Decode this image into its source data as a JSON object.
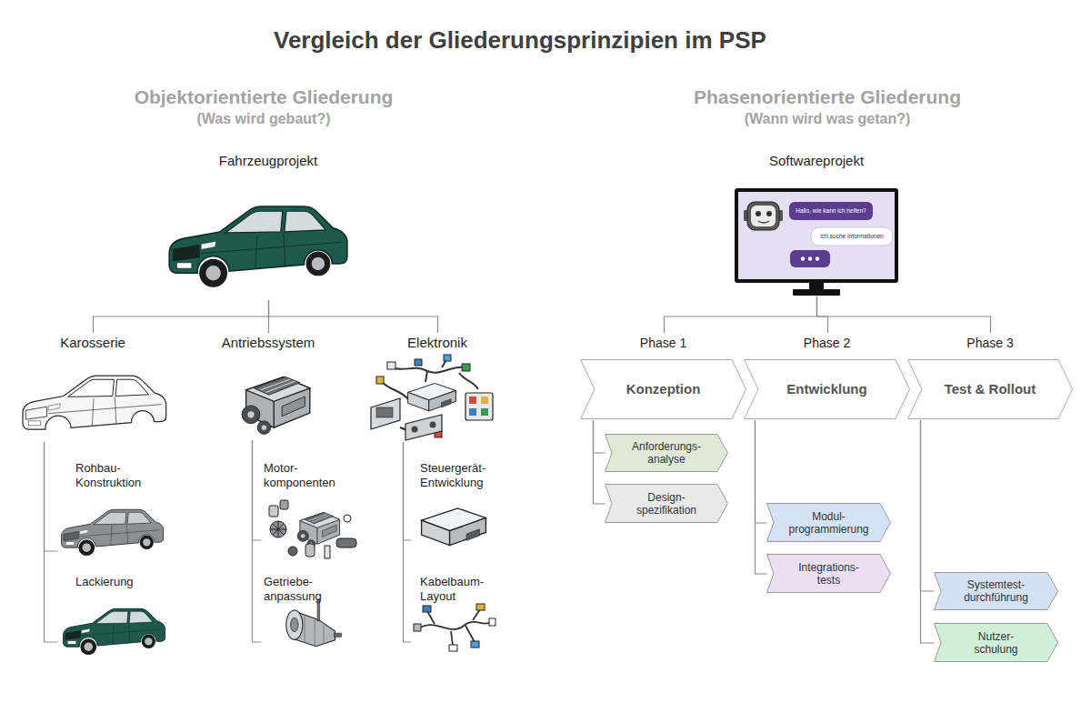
{
  "diagram": {
    "title": "Vergleich der Gliederungsprinzipien im PSP",
    "nodes": [
      {
        "text": [
          "Objektorientierte Gliederung",
          "(Was wird gebaut?)"
        ]
      },
      {
        "text": [
          "Fahrzeugprojekt"
        ],
        "in": 0
      },
      {
        "text": [
          "Karosserie"
        ],
        "in": 0
      },
      {
        "text": [
          "Rohbau- Konstruktion"
        ],
        "in": 0
      },
      {
        "text": [
          "Lackierung"
        ],
        "in": 0
      },
      {
        "text": [
          "Antriebssystem"
        ],
        "in": 0
      },
      {
        "text": [
          "Motor- komponenten"
        ],
        "in": 0
      },
      {
        "text": [
          "Getriebe- anpassung"
        ],
        "in": 0
      },
      {
        "text": [
          "Elektronik"
        ],
        "in": 0
      },
      {
        "text": [
          "Steuergerät- Entwicklung"
        ],
        "in": 0
      },
      {
        "text": [
          "Kabelbaum- Layout"
        ],
        "in": 0
      },
      {
        "text": [
          "Phasenorientierte Gliederung",
          "(Wann wird was getan?)"
        ]
      },
      {
        "text": [
          "Softwareprojekt"
        ],
        "in": 11
      },
      {
        "text": [
          "Phase 1",
          "Konzeption"
        ],
        "in": 11
      },
      {
        "text": [
          "Anforderungs- analyse"
        ],
        "in": 11
      },
      {
        "text": [
          "Design- spezifikation"
        ],
        "in": 11
      },
      {
        "text": [
          "Phase 2",
          "Entwicklung"
        ],
        "in": 11
      },
      {
        "text": [
          "Modul- programmierung"
        ],
        "in": 11
      },
      {
        "text": [
          "Integrations- tests"
        ],
        "in": 11
      },
      {
        "text": [
          "Phase 3",
          "Test & Rollout"
        ],
        "in": 11
      },
      {
        "text": [
          "Systemtest- durchführung"
        ],
        "in": 11
      },
      {
        "text": [
          "Nutzer- schulung"
        ],
        "in": 11
      }
    ],
    "edges": [
      {
        "from": 1,
        "to": 2,
        "arrow": "none"
      },
      {
        "from": 1,
        "to": 5,
        "arrow": "none"
      },
      {
        "from": 1,
        "to": 8,
        "arrow": "none"
      },
      {
        "from": 2,
        "to": 3,
        "arrow": "none"
      },
      {
        "from": 2,
        "to": 4,
        "arrow": "none"
      },
      {
        "from": 5,
        "to": 6,
        "arrow": "none"
      },
      {
        "from": 5,
        "to": 7,
        "arrow": "none"
      },
      {
        "from": 8,
        "to": 9,
        "arrow": "none"
      },
      {
        "from": 8,
        "to": 10,
        "arrow": "none"
      },
      {
        "from": 12,
        "to": 13,
        "arrow": "none"
      },
      {
        "from": 12,
        "to": 16,
        "arrow": "none"
      },
      {
        "from": 12,
        "to": 19,
        "arrow": "none"
      },
      {
        "from": 13,
        "to": 14,
        "arrow": "none"
      },
      {
        "from": 13,
        "to": 15,
        "arrow": "none"
      },
      {
        "from": 16,
        "to": 17,
        "arrow": "none"
      },
      {
        "from": 16,
        "to": 18,
        "arrow": "none"
      },
      {
        "from": 19,
        "to": 20,
        "arrow": "none"
      },
      {
        "from": 19,
        "to": 21,
        "arrow": "none"
      }
    ],
    "labels": [
      "Hallo, wie kann ich helfen?",
      "Ich suche Informationen"
    ]
  }
}
